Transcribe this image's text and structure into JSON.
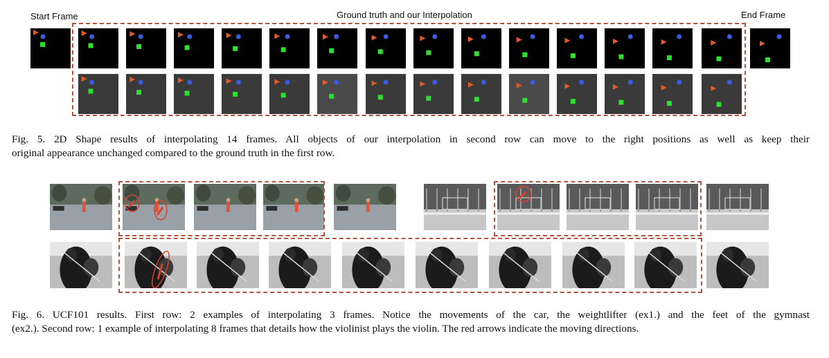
{
  "fig5": {
    "start_label": "Start Frame",
    "middle_label": "Ground truth and our Interpolation",
    "end_label": "End Frame",
    "caption_line1": "Fig. 5.  2D Shape results of interpolating 14 frames. All objects of our interpolation in second row can move to the right positions as well as keep their",
    "caption_line2": "original appearance unchanged compared to the ground truth in the first row."
  },
  "fig6": {
    "caption_line1": "Fig. 6.  UCF101 results. First row: 2 examples of interpolating 3 frames. Notice the movements of the car, the weightlifter (ex1.) and the feet of the gymnast",
    "caption_line2": "(ex2.). Second row: 1 example of interpolating 8 frames that details how the violinist plays the violin. The red arrows indicate the moving directions."
  },
  "colors": {
    "triangle": "#e05a2b",
    "circle": "#3a5be0",
    "square": "#2ee02e",
    "dashed_border": "#b5523b"
  }
}
